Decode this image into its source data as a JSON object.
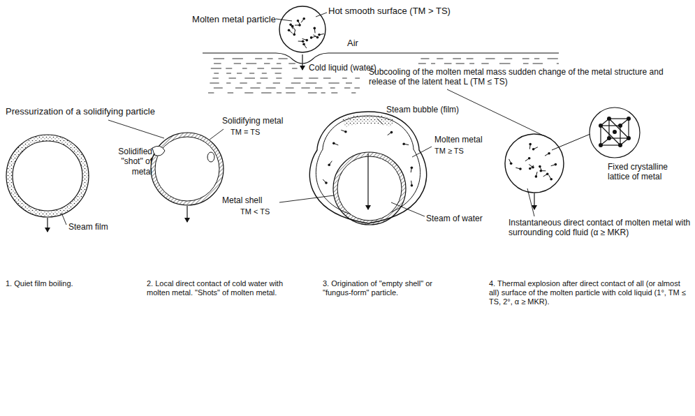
{
  "diagram": {
    "labels": [
      "Molten metal particle",
      "Hot smooth surface (TM > TS)",
      "Air",
      "Cold liquid (water)",
      "Subcooling of the molten metal mass sudden change of the metal structure and release of the latent heat L (TM ≤ TS)",
      "Pressurization of a solidifying particle",
      "Solidifying metal",
      "TM = TS",
      "Solidified \"shot\" of metal",
      "Steam bubble (film)",
      "Molten metal",
      "TM ≥ TS",
      "Metal shell",
      "TM < TS",
      "Steam of water",
      "Steam film",
      "Fixed crystalline lattice of metal",
      "Instantaneous direct contact of molten metal with surrounding cold fluid (α ≥ MKR)",
      "1. Quiet film boiling.",
      "2. Local direct contact of cold water with molten metal. \"Shots\" of molten metal.",
      "3. Origination of \"empty shell\" or \"fungus-form\" particle.",
      "4. Thermal explosion after direct contact of all (or almost all) surface of the molten particle with cold liquid (1°, TM ≤ TS, 2°, α ≥ MKR)."
    ]
  }
}
